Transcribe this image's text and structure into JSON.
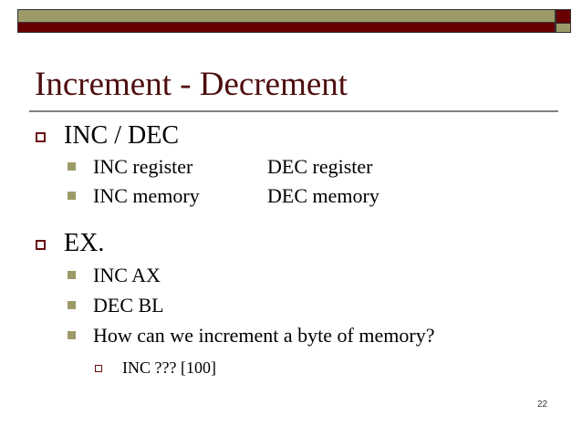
{
  "slide": {
    "title": "Increment - Decrement",
    "page_number": "22",
    "colors": {
      "accent_tan": "#9d9a69",
      "accent_maroon": "#680000",
      "title": "#4d0d0d"
    },
    "bullets": [
      {
        "text": "INC / DEC",
        "sub": [
          {
            "left": "INC register",
            "right": "DEC register"
          },
          {
            "left": "INC memory",
            "right": "DEC memory"
          }
        ]
      },
      {
        "text": "EX.",
        "sub": [
          {
            "text": "INC AX"
          },
          {
            "text": "DEC BL"
          },
          {
            "text": "How can we increment a byte of memory?",
            "sub": [
              {
                "text": "INC ??? [100]"
              }
            ]
          }
        ]
      }
    ]
  }
}
